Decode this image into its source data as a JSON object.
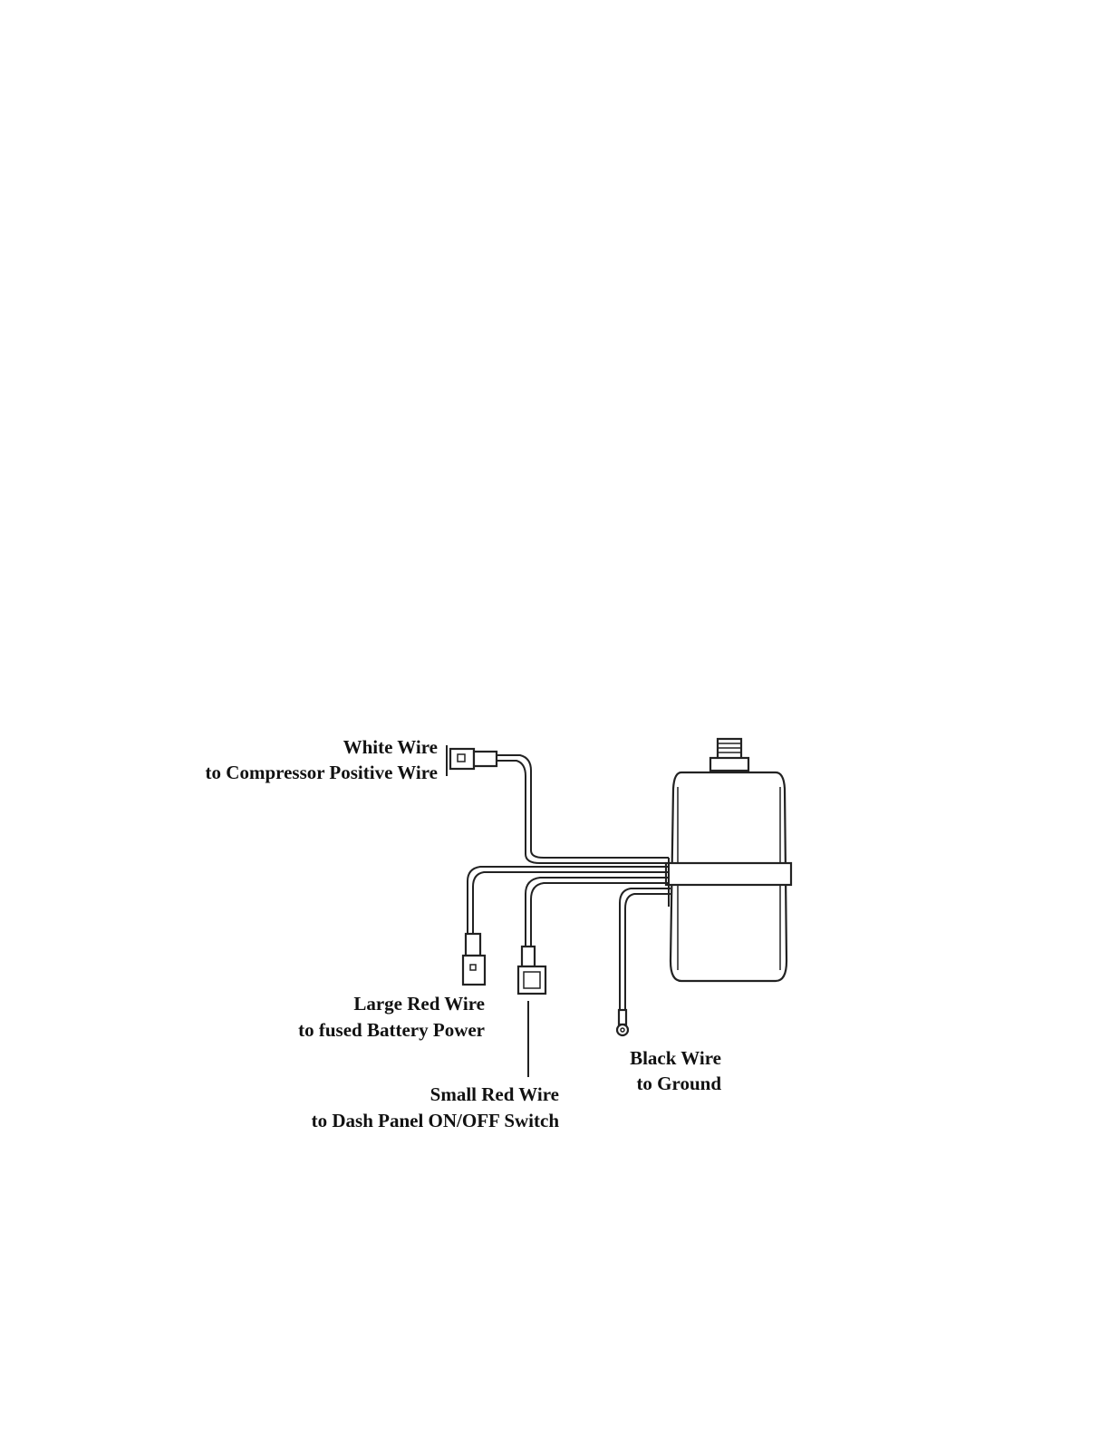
{
  "labels": {
    "white_wire": {
      "line1": "White Wire",
      "line2": "to Compressor Positive Wire"
    },
    "large_red_wire": {
      "line1": "Large Red Wire",
      "line2": "to fused Battery Power"
    },
    "small_red_wire": {
      "line1": "Small Red Wire",
      "line2": "to Dash Panel ON/OFF Switch"
    },
    "black_wire": {
      "line1": "Black Wire",
      "line2": "to Ground"
    }
  },
  "colors": {
    "ink": "#222222",
    "background": "#ffffff"
  }
}
